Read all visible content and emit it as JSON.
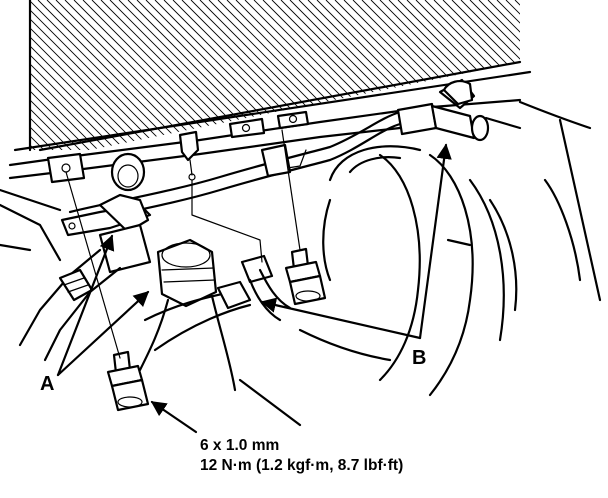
{
  "callouts": {
    "a": "A",
    "b": "B"
  },
  "spec": {
    "line1": "6 x 1.0 mm",
    "line2": "12 N·m (1.2 kgf·m, 8.7 lbf·ft)"
  }
}
